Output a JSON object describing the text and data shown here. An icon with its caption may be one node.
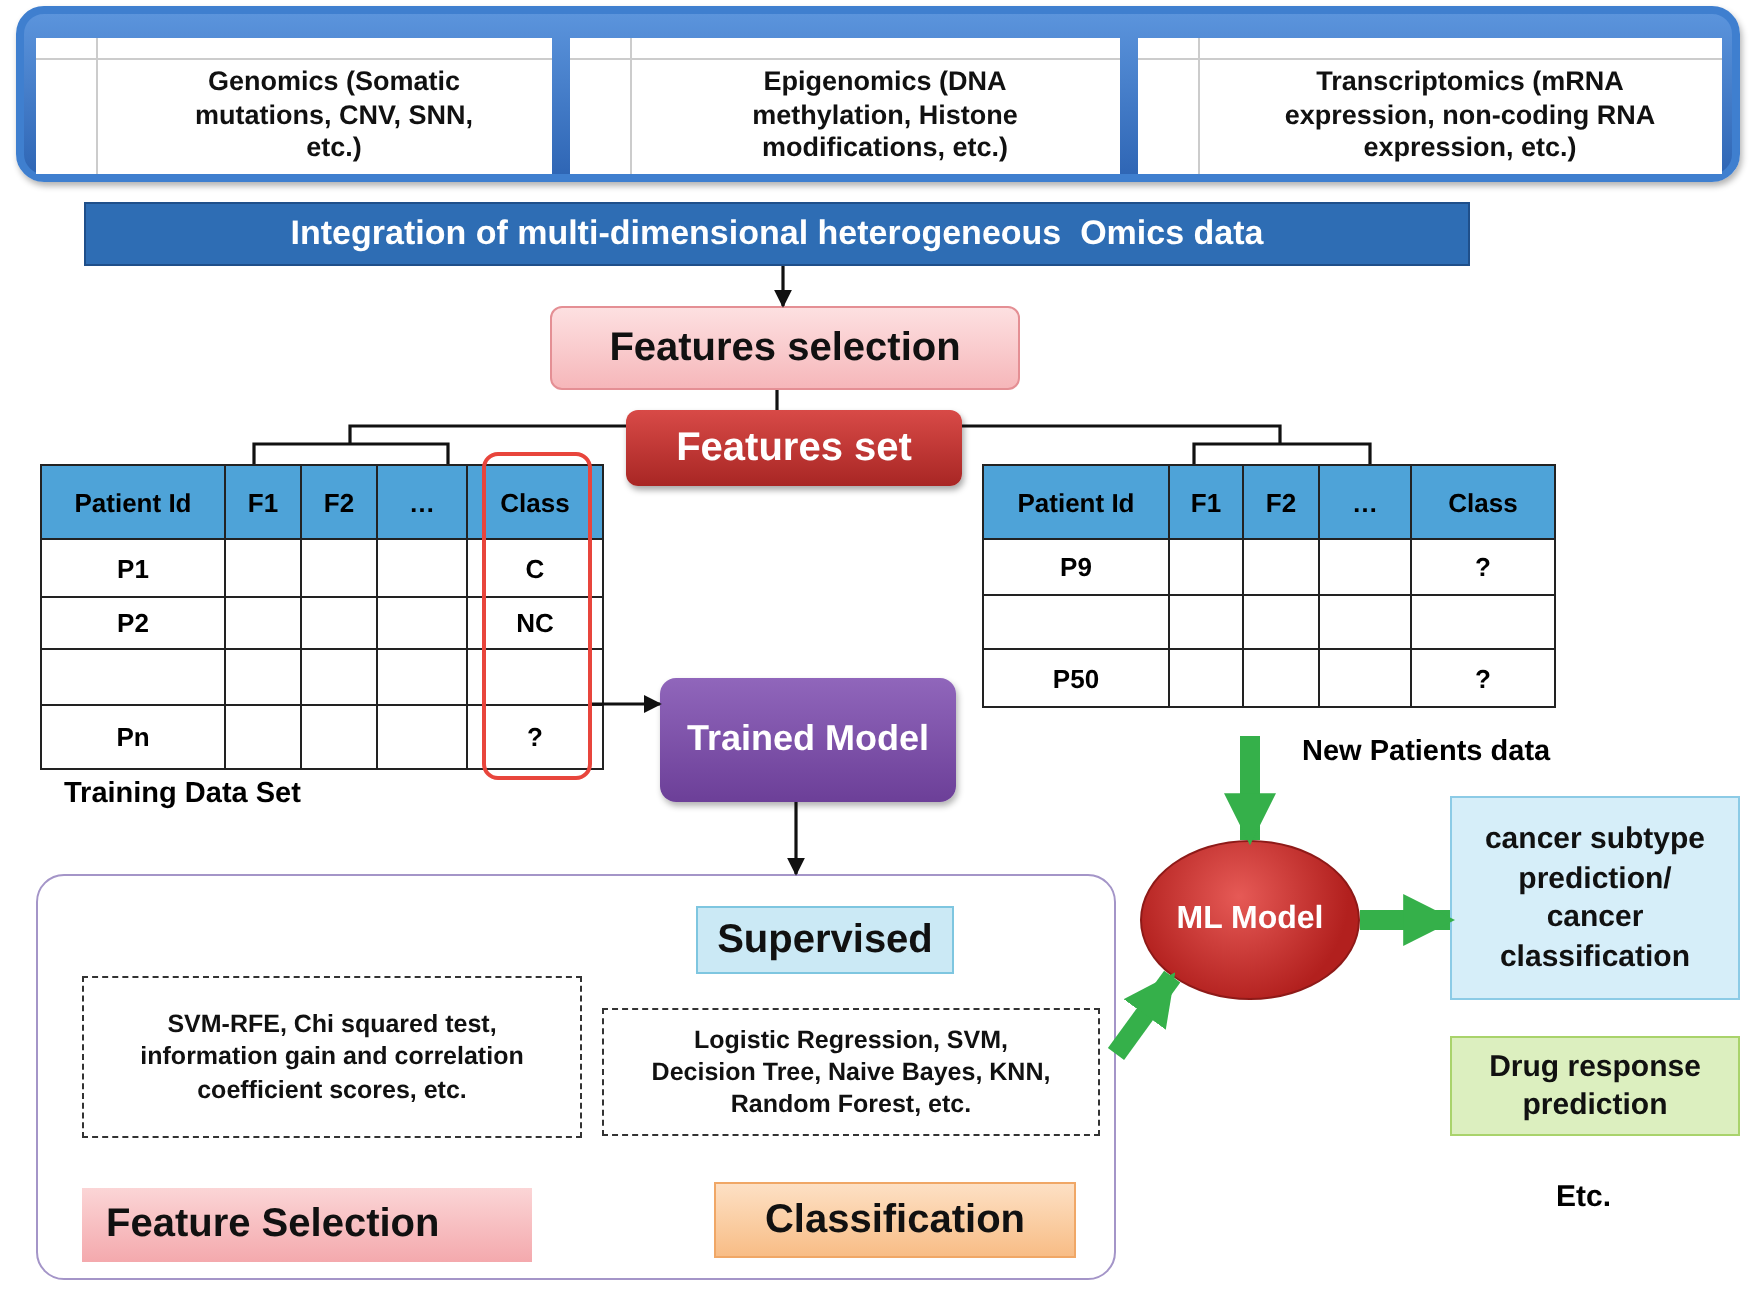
{
  "diagram": {
    "nodes": [
      {
        "text": [],
        "shape": "box"
      },
      {
        "text": [
          "Genomics (Somatic mutations, CNV, SNN, etc.)"
        ],
        "in": 0
      },
      {
        "text": [
          "Epigenomics (DNA methylation, Histone modifications, etc.)"
        ],
        "in": 0
      },
      {
        "text": [
          "Transcriptomics (mRNA expression, non-coding RNA expression, etc.)"
        ],
        "in": 0
      },
      {
        "text": [
          "Integration of multi-dimensional heterogeneous  Omics data"
        ]
      },
      {
        "text": [
          "Features selection"
        ]
      },
      {
        "text": [
          "Features set"
        ]
      },
      {
        "text": [],
        "shape": "box",
        "beside": [
          "Training Data Set"
        ]
      },
      {
        "text": [],
        "shape": "box",
        "in": 7
      },
      {
        "text": [],
        "shape": "box"
      },
      {
        "text": [
          "Trained Model"
        ]
      },
      {
        "text": [],
        "shape": "box"
      },
      {
        "text": [
          "Supervised"
        ],
        "in": 11
      },
      {
        "text": [
          "SVM-RFE, Chi squared test, information gain and correlation coefficient scores, etc."
        ],
        "in": 11
      },
      {
        "text": [
          "Logistic Regression, SVM, Decision Tree, Naive Bayes, KNN, Random Forest, etc."
        ],
        "in": 11
      },
      {
        "text": [
          "Feature Selection"
        ],
        "in": 11
      },
      {
        "text": [
          "Classification"
        ],
        "in": 11
      },
      {
        "text": [
          "ML Model"
        ]
      },
      {
        "text": [
          "cancer subtype prediction/ cancer classification"
        ]
      },
      {
        "text": [
          "Drug response prediction"
        ]
      }
    ],
    "edges": [
      {
        "from": 4,
        "to": 5,
        "arrow": "to"
      },
      {
        "from": 5,
        "to": 6,
        "arrow": "none"
      },
      {
        "from": 6,
        "to": 7,
        "arrow": "none"
      },
      {
        "from": 6,
        "to": 9,
        "arrow": "none"
      },
      {
        "from": 8,
        "to": 10,
        "arrow": "to"
      },
      {
        "from": 10,
        "to": 11,
        "arrow": "to"
      },
      {
        "from": null,
        "to": 17,
        "arrow": "to",
        "label": "New Patients data",
        "style": "thick",
        "color": "#35b04a"
      },
      {
        "from": 11,
        "to": 17,
        "arrow": "to",
        "style": "thick",
        "color": "#35b04a"
      },
      {
        "from": 17,
        "to": 18,
        "arrow": "to",
        "style": "thick",
        "color": "#35b04a"
      }
    ],
    "labels": [
      "Patient Id",
      "F1",
      "F2",
      "…",
      "Class",
      "P1",
      "C",
      "P2",
      "NC",
      "Pn",
      "?",
      "Patient Id",
      "F1",
      "F2",
      "…",
      "Class",
      "P9",
      "?",
      "P50",
      "?",
      "Etc."
    ]
  }
}
